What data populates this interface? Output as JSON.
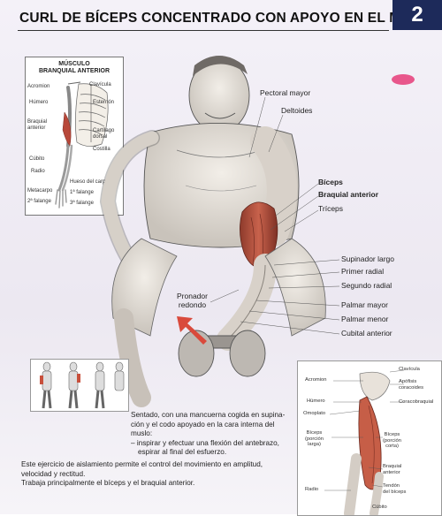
{
  "header": {
    "title": "CURL DE BÍCEPS CONCENTRADO CON APOYO EN EL MUSLO",
    "page_number": "2"
  },
  "inset": {
    "title_line1": "MÚSCULO",
    "title_line2": "BRANQUIAL ANTERIOR",
    "labels": {
      "acromion": "Acromion",
      "clavicula": "Clavícula",
      "humero": "Húmero",
      "esternon": "Esternón",
      "braquial_1": "Braquial",
      "braquial_2": "anterior",
      "cartilago_1": "Cartílago",
      "cartilago_2": "dorsal",
      "costilla": "Costilla",
      "cubito": "Cúbito",
      "radio": "Radio",
      "hueso_carpo": "Hueso del carpo",
      "metacarpo": "Metacarpo",
      "falange1": "1ª falange",
      "falange2": "2ª falange",
      "falange3": "3ª falange"
    }
  },
  "callouts": {
    "pectoral": "Pectoral mayor",
    "deltoides": "Deltoides",
    "biceps": "Bíceps",
    "braquial": "Braquial anterior",
    "triceps": "Tríceps",
    "supinador": "Supinador largo",
    "primer_radial": "Primer radial",
    "segundo_radial": "Segundo radial",
    "pronador_1": "Pronador",
    "pronador_2": "redondo",
    "palmar_mayor": "Palmar mayor",
    "palmar_menor": "Palmar menor",
    "cubital": "Cubital anterior"
  },
  "arm_box": {
    "clavicula": "Clavícula",
    "apofisis_1": "Apófisis",
    "apofisis_2": "coracoides",
    "acromion": "Acromion",
    "coracobraquial": "Coracobraquial",
    "humero": "Húmero",
    "omoplato": "Omoplato",
    "biceps_l_1": "Bíceps",
    "biceps_l_2": "(porción",
    "biceps_l_3": "larga)",
    "biceps_c_1": "Bíceps",
    "biceps_c_2": "(porción",
    "biceps_c_3": "corta)",
    "braquial_1": "Braquial",
    "braquial_2": "anterior",
    "tendon_1": "Tendón",
    "tendon_2": "del bíceps",
    "radio": "Radio",
    "cubito": "Cúbito"
  },
  "text": {
    "desc_line1": "Sentado, con una mancuerna cogida en supina-",
    "desc_line2": "ción y el codo apoyado en la cara interna del",
    "desc_line3": "muslo:",
    "desc_line4": "– inspirar y efectuar una flexión del antebrazo,",
    "desc_line5": "espirar al final del esfuerzo.",
    "body_line1": "Este ejercicio de aislamiento permite el control del movimiento en amplitud,",
    "body_line2": "velocidad y rectitud.",
    "body_line3": "Trabaja principalmente el bíceps y el braquial anterior."
  },
  "colors": {
    "badge": "#1d2a5a",
    "accent_pink": "#e8568b",
    "muscle_red": "#b8483a"
  }
}
